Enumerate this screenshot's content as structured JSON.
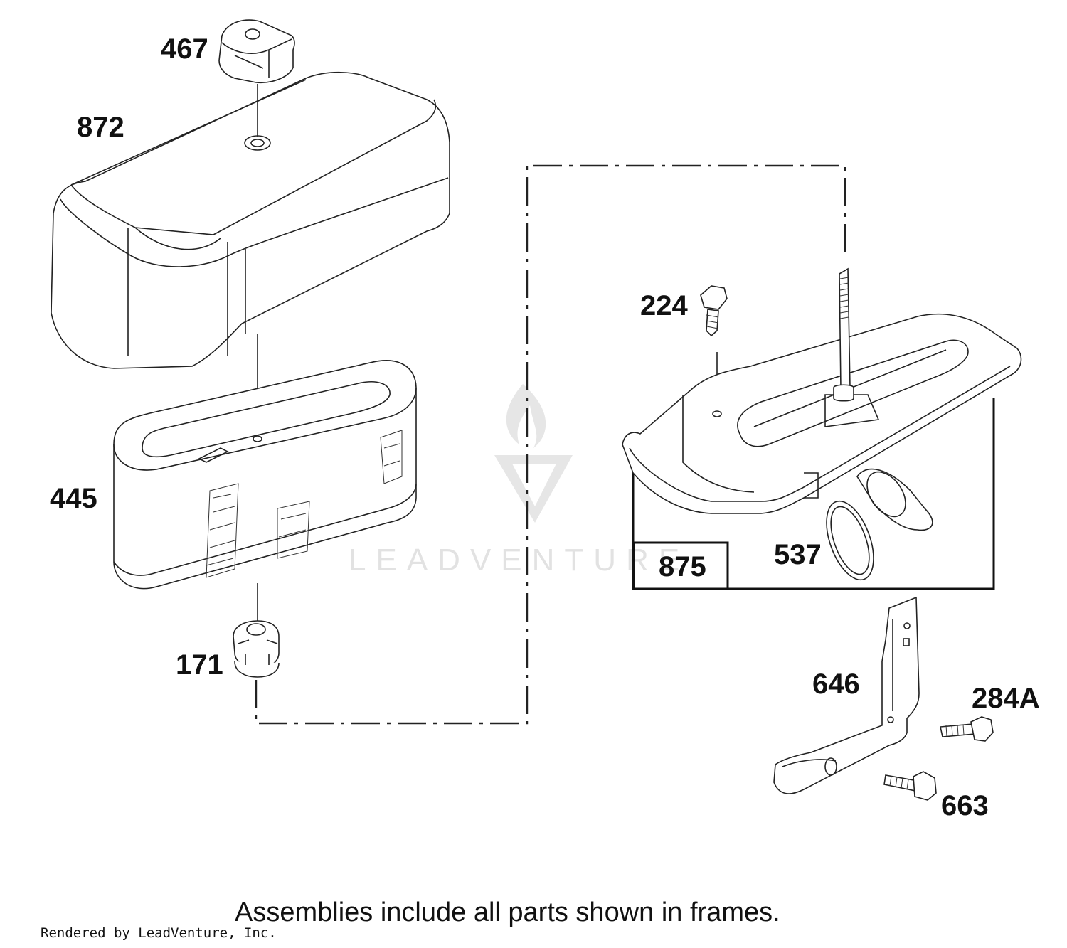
{
  "parts": [
    {
      "id": "p467",
      "label": "467"
    },
    {
      "id": "p872",
      "label": "872"
    },
    {
      "id": "p445",
      "label": "445"
    },
    {
      "id": "p171",
      "label": "171"
    },
    {
      "id": "p224",
      "label": "224"
    },
    {
      "id": "p875",
      "label": "875"
    },
    {
      "id": "p537",
      "label": "537"
    },
    {
      "id": "p646",
      "label": "646"
    },
    {
      "id": "p284A",
      "label": "284A"
    },
    {
      "id": "p663",
      "label": "663"
    }
  ],
  "note": "Assemblies include all parts shown in frames.",
  "credit": "Rendered by LeadVenture, Inc.",
  "watermark": {
    "text": "LEADVENTURE",
    "color": "#e2e2e2"
  },
  "colors": {
    "line": "#222222",
    "background": "#ffffff"
  }
}
